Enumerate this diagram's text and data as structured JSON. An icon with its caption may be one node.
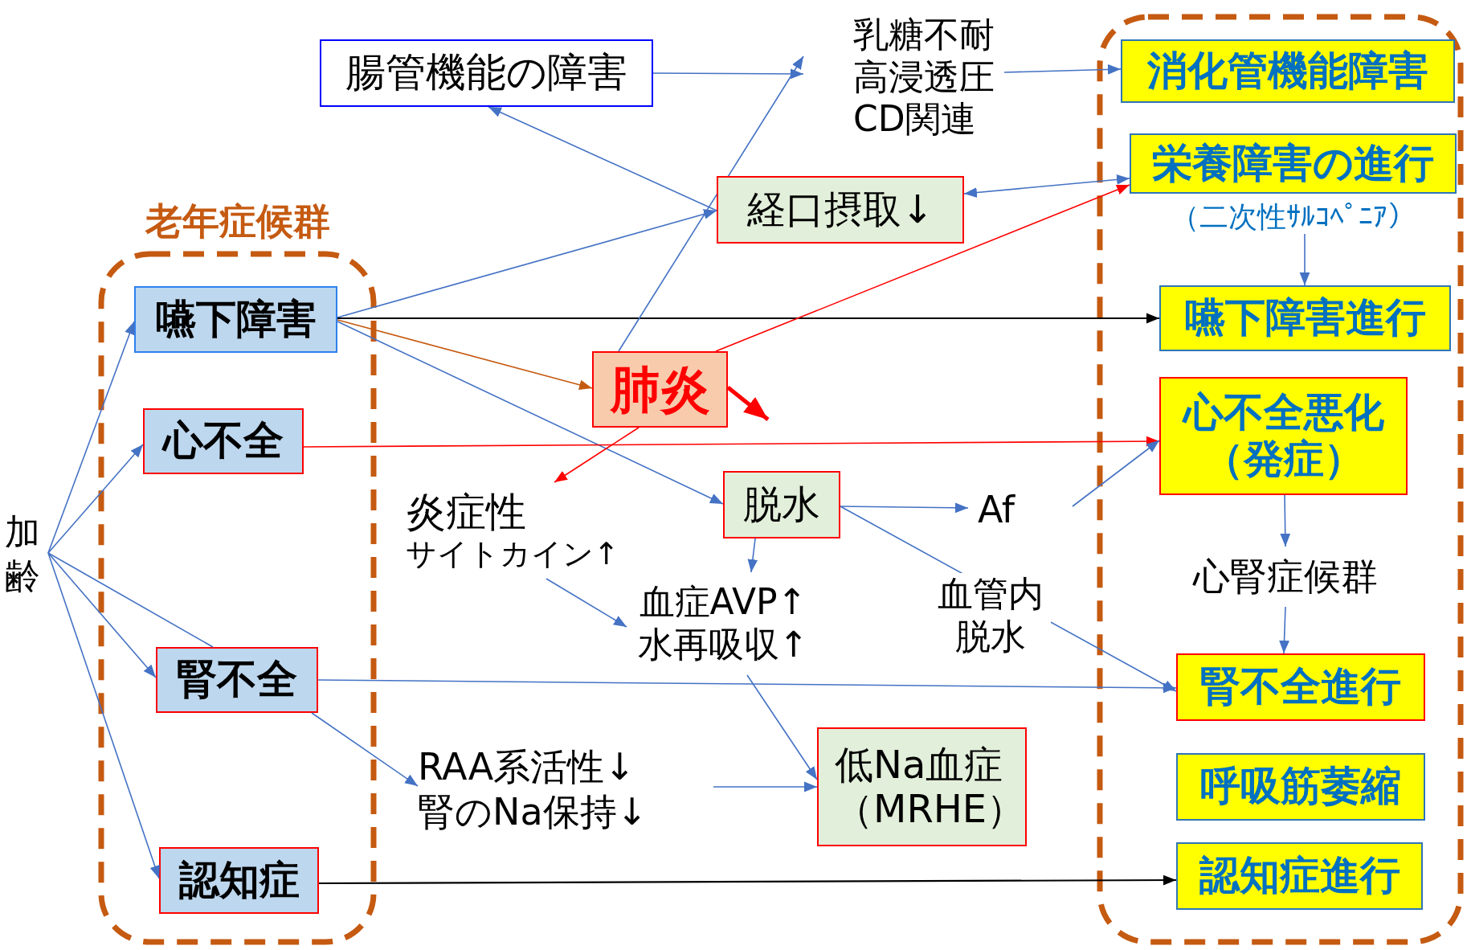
{
  "diagram": {
    "nodes": [
      {
        "text": [
          "腸管機能の障害"
        ]
      },
      {
        "text": [
          "乳糖不耐",
          "高浸透圧",
          "CD関連"
        ]
      },
      {
        "text": [],
        "shape": "box"
      },
      {
        "text": [
          "消化管機能障害"
        ],
        "in": 2
      },
      {
        "text": [
          "栄養障害の進行"
        ],
        "beside": [
          "（二次性ｻﾙｺﾍﾟﾆｱ）"
        ],
        "in": 2
      },
      {
        "text": [
          "経口摂取↓"
        ]
      },
      {
        "text": [
          "老年症候群"
        ]
      },
      {
        "text": [
          "嚥下障害"
        ],
        "in": 6
      },
      {
        "text": [
          "嚥下障害進行"
        ],
        "in": 2
      },
      {
        "text": [
          "肺炎"
        ]
      },
      {
        "text": [
          "心不全"
        ],
        "in": 6
      },
      {
        "text": [
          "心不全悪化",
          "（発症）"
        ],
        "in": 2
      },
      {
        "text": [
          "炎症性",
          "サイトカイン↑"
        ]
      },
      {
        "text": [
          "脱水"
        ]
      },
      {
        "text": [
          "Af"
        ]
      },
      {
        "text": [
          "加齢"
        ]
      },
      {
        "text": [
          "心腎症候群"
        ],
        "in": 2
      },
      {
        "text": [
          "血症AVP↑",
          "水再吸収↑"
        ]
      },
      {
        "text": [
          "腎不全"
        ],
        "in": 6
      },
      {
        "text": [
          "腎不全進行"
        ],
        "in": 2
      },
      {
        "text": [
          "RAA系活性↓",
          "腎のNa保持↓"
        ]
      },
      {
        "text": [
          "低Na血症",
          "（MRHE）"
        ]
      },
      {
        "text": [
          "呼吸筋萎縮"
        ],
        "in": 2
      },
      {
        "text": [
          "認知症"
        ],
        "in": 6
      },
      {
        "text": [
          "認知症進行"
        ],
        "in": 2
      }
    ],
    "edges": [
      {
        "from": 15,
        "to": 7,
        "arrow": "to"
      },
      {
        "from": 15,
        "to": 10,
        "arrow": "to"
      },
      {
        "from": 15,
        "to": 18,
        "arrow": "to"
      },
      {
        "from": 15,
        "to": 18,
        "arrow": "none"
      },
      {
        "from": 15,
        "to": 23,
        "arrow": "to"
      },
      {
        "from": 7,
        "to": 5,
        "arrow": "to"
      },
      {
        "from": 7,
        "to": 8,
        "arrow": "to",
        "color": "#000000"
      },
      {
        "from": 7,
        "to": 9,
        "arrow": "to",
        "color": "#c55a11"
      },
      {
        "from": 7,
        "to": 13,
        "arrow": "to"
      },
      {
        "from": 5,
        "to": 0,
        "arrow": "to"
      },
      {
        "from": 0,
        "to": 1,
        "arrow": "to"
      },
      {
        "from": 9,
        "to": 1,
        "arrow": "to"
      },
      {
        "from": 1,
        "to": 3,
        "arrow": "to"
      },
      {
        "from": 5,
        "to": 4,
        "arrow": "both"
      },
      {
        "from": 9,
        "to": 4,
        "arrow": "to",
        "color": "#ff0000"
      },
      {
        "from": 4,
        "to": 8,
        "arrow": "to"
      },
      {
        "from": 9,
        "to": null,
        "arrow": "to",
        "style": "thick",
        "color": "#ff0000"
      },
      {
        "from": 10,
        "to": 11,
        "arrow": "to",
        "color": "#ff0000"
      },
      {
        "from": 9,
        "to": 12,
        "arrow": "to",
        "color": "#ff0000"
      },
      {
        "from": 12,
        "to": 17,
        "arrow": "to"
      },
      {
        "from": 13,
        "to": 17,
        "arrow": "to"
      },
      {
        "from": 13,
        "to": 14,
        "arrow": "to"
      },
      {
        "from": 14,
        "to": 11,
        "arrow": "to"
      },
      {
        "from": 11,
        "to": 16,
        "arrow": "to"
      },
      {
        "from": 16,
        "to": 19,
        "arrow": "to"
      },
      {
        "from": 18,
        "to": 19,
        "arrow": "to"
      },
      {
        "from": 13,
        "to": 19,
        "arrow": "to",
        "label": "血管内脱水"
      },
      {
        "from": 18,
        "to": 20,
        "arrow": "to"
      },
      {
        "from": 20,
        "to": 21,
        "arrow": "to"
      },
      {
        "from": 17,
        "to": 21,
        "arrow": "to"
      },
      {
        "from": 23,
        "to": 24,
        "arrow": "to",
        "color": "#000000"
      }
    ]
  }
}
